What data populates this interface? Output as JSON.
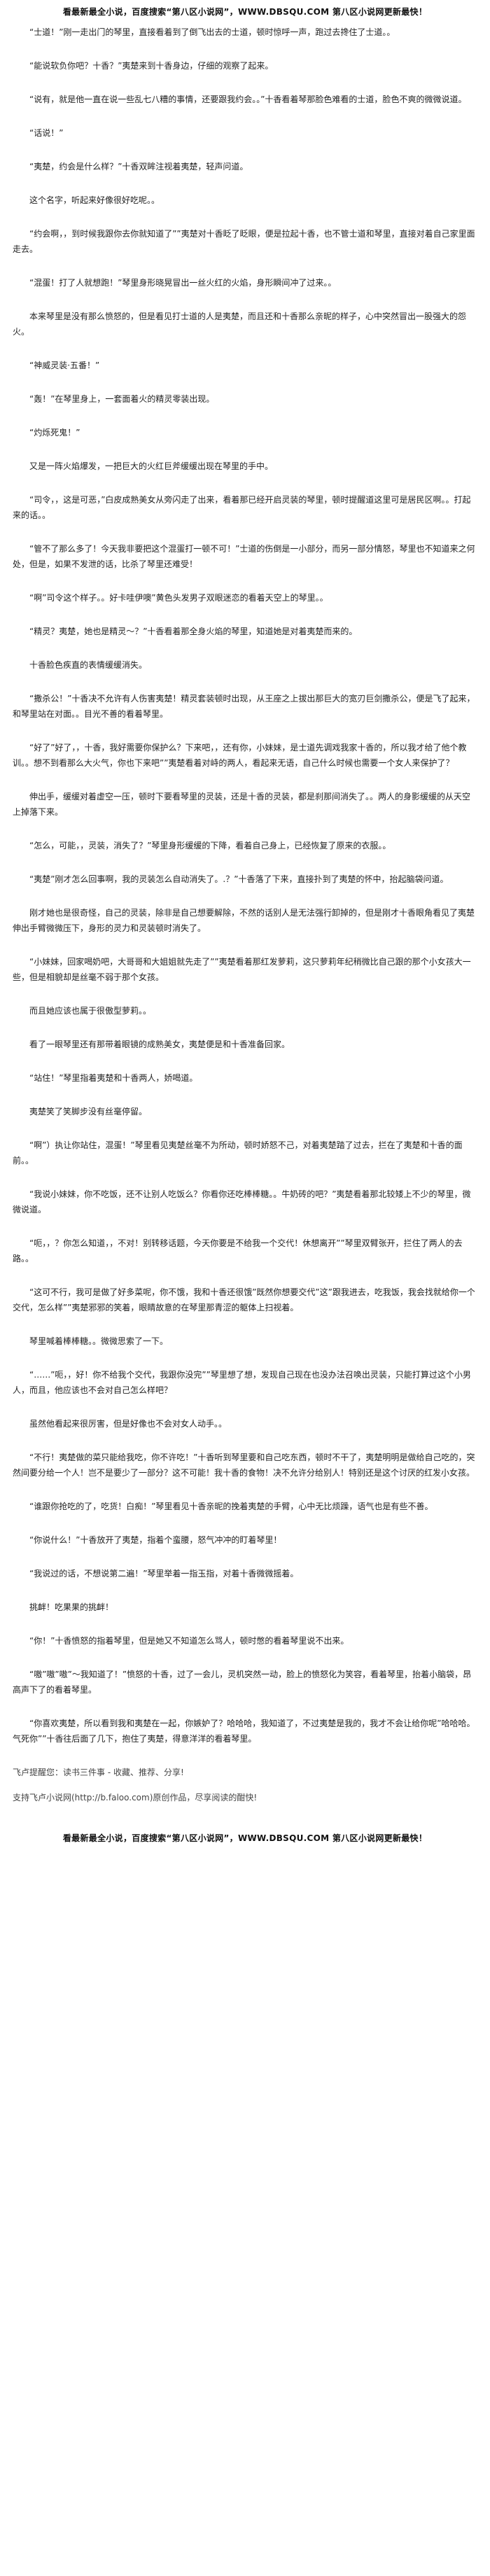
{
  "banner_top": "看最新最全小说，百度搜索“第八区小说网”，WWW.DBSQU.COM 第八区小说网更新最快！",
  "banner_bottom": "看最新最全小说，百度搜索“第八区小说网”，WWW.DBSQU.COM 第八区小说网更新最快！",
  "paragraphs": [
    "“士道！”刚一走出门的琴里，直接看着到了倒飞出去的士道，顿时惊呼一声，跑过去搀住了士道。。",
    "“能说软负你吧？十香？”夷楚来到十香身边，仔细的观察了起来。",
    "“说有，就是他一直在说一些乱七八糟的事情，还要跟我约会。。”十香看着琴那脸色难看的士道，脸色不爽的微微说道。",
    "“话说！”",
    "“夷楚，约会是什么样？”十香双眸注视着夷楚，轻声问道。",
    "这个名字，听起来好像很好吃呢。。",
    "“约会啊，，到时候我跟你去你就知道了””夷楚对十香眨了眨眼，便是拉起十香，也不管士道和琴里，直接对着自己家里面走去。",
    "“混蛋！打了人就想跑！”琴里身形晓晃冒出一丝火红的火焰，身形瞬间冲了过来。。",
    "本来琴里是没有那么愤怒的，但是看见打士道的人是夷楚，而且还和十香那么亲昵的样子，心中突然冒出一股强大的怨火。",
    "“神威灵装·五番！”",
    "“轰！”在琴里身上，一套面着火的精灵零装出现。",
    "“灼烁死鬼！”",
    "又是一阵火焰爆发，一把巨大的火红巨斧缓缓出现在琴里的手中。",
    "“司令，，这是可恶，”白皮成熟美女从旁闪走了出来，看着那已经开启灵装的琴里，顿时提醒道这里可是居民区啊。。打起来的话。。",
    "“管不了那么多了！今天我非要把这个混蛋打一顿不可！”士道的伤倒是一小部分，而另一部分情怒，琴里也不知道来之何处，但是，如果不发泄的话，比杀了琴里还难受！",
    "“啊”司令这个样子。。好卡哇伊噢”黄色头发男子双眼迷恋的看着天空上的琴里。。",
    "“精灵？夷楚，她也是精灵～？”十香看着那全身火焰的琴里，知道她是对着夷楚而来的。",
    "十香脸色疾直的表情缓缓消失。",
    "“撒杀公！”十香决不允许有人伤害夷楚！精灵套装顿时出现，从王座之上拔出那巨大的宽刃巨剑撒杀公，便是飞了起来，和琴里站在对面。。目光不善的看着琴里。",
    "“好了”好了，，十香，我好需要你保护么？下来吧，，还有你，小妹妹，是士道先调戏我家十香的，所以我才给了他个教训。。想不到看那么大火气，你也下来吧””夷楚看着对峙的两人，看起来无语，自己什么时候也需要一个女人来保护了？",
    "伸出手，缓缓对着虚空一压，顿时下要看琴里的灵装，还是十香的灵装，都是刹那间消失了。。两人的身影缓缓的从天空上掉落下来。",
    "“怎么，可能，，灵装，消失了？”琴里身形缓缓的下降，看着自己身上，已经恢复了原来的衣服。。",
    "“夷楚”刚才怎么回事啊，我的灵装怎么自动消失了。.？”十香落了下来，直接扑到了夷楚的怀中，抬起脑袋问道。",
    "刚才她也是很奇怪，自己的灵装，除非是自己想要解除，不然的话别人是无法强行卸掉的，但是刚才十香眼角看见了夷楚伸出手臂微微压下，身形的灵力和灵装顿时消失了。",
    "“小妹妹，回家喝奶吧，大哥哥和大姐姐就先走了””夷楚看着那红发萝莉，这只萝莉年纪稍微比自己跟的那个小女孩大一些，但是相貌却是丝毫不弱于那个女孩。",
    "而且她应该也属于很傲型萝莉。。",
    "看了一眼琴里还有那带着眼镜的成熟美女，夷楚便是和十香准备回家。",
    "“站住！”琴里指着夷楚和十香两人，娇喝道。",
    "夷楚笑了笑脚步没有丝毫停留。",
    "“啊”）执让你站住，混蛋！”琴里看见夷楚丝毫不为所动，顿时娇怒不己，对着夷楚踏了过去，拦在了夷楚和十香的面前。。",
    "“我说小妹妹，你不吃饭，还不让别人吃饭么？你看你还吃棒棒糖。。牛奶砖的吧？”夷楚看着那北较矮上不少的琴里，微微说道。",
    "“呃，，？你怎么知道，，不对！别转移话题，今天你要是不给我一个交代！休想离开””琴里双臂张开，拦住了两人的去路。。",
    "“这可不行，我可是做了好多菜呢，你不饿，我和十香还很饿”既然你想要交代”这”跟我进去，吃我饭，我会找就给你一个交代，怎么样””夷楚邪邪的笑着，眼睛故意的在琴里那青涩的躯体上扫视着。",
    "琴里喊着棒棒糖。。微微思索了一下。",
    "“……”呃，，好！你不给我个交代，我跟你没完””琴里想了想，发现自己现在也没办法召唤出灵装，只能打算过这个小男人，而且，他应该也不会对自己怎么样吧？",
    "虽然他看起来很厉害，但是好像也不会对女人动手。。",
    "“不行！夷楚做的菜只能给我吃，你不许吃！”十香听到琴里要和自己吃东西，顿时不干了，夷楚明明是做给自己吃的，突然间要分给一个人！岂不是要少了一部分？这不可能！我十香的食物！决不允许分给别人！特别还是这个讨厌的红发小女孩。",
    "“谁跟你抢吃的了，吃货！白痴！”琴里看见十香亲昵的挽着夷楚的手臂，心中无比烦躁，语气也是有些不善。",
    "“你说什么！”十香放开了夷楚，指着个蛮腰，怒气冲冲的盯着琴里！",
    "“我说过的话，不想说第二遍！”琴里举着一指玉指，对着十香微微摇着。",
    "挑衅！吃果果的挑衅！",
    "“你！”十香愤怒的指着琴里，但是她又不知道怎么骂人，顿时憋的看着琴里说不出来。",
    "“嗷”嗷”嗷”～我知道了！”愤怒的十香，过了一会儿，灵机突然一动，脸上的愤怒化为笑容，看着琴里，抬着小脑袋，昂高声下了的看着琴里。",
    "“你喜欢夷楚，所以看到我和夷楚在一起，你嫉妒了？哈哈哈，我知道了，不过夷楚是我的，我才不会让给你呢”哈哈哈。气死你””十香往后面了几下，抱住了夷楚，得意洋洋的看着琴里。",
    "飞卢提醒您：读书三件事 - 收藏、推荐、分享!",
    "支持飞卢小说网(http://b.faloo.com)原创作品，尽享阅读的酣快!"
  ]
}
